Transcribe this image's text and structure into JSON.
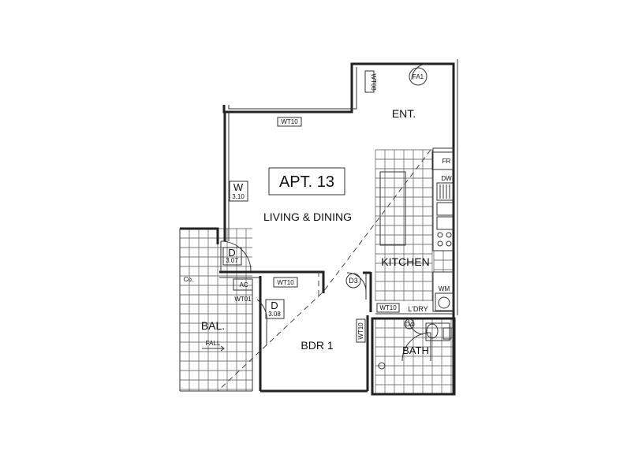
{
  "apartment": {
    "title": "APT. 13"
  },
  "rooms": {
    "living": "LIVING & DINING",
    "entry": "ENT.",
    "kitchen": "KITCHEN",
    "bedroom": "BDR 1",
    "balcony": "BAL.",
    "bath": "BATH",
    "laundry": "L'DRY"
  },
  "window": {
    "code": "W",
    "size": "3.10"
  },
  "doors": {
    "living_door": {
      "code": "D",
      "size": "3.07"
    },
    "bedroom_door": {
      "code": "D",
      "size": "3.08"
    },
    "d3": "D3",
    "d4": "D4"
  },
  "wall_types": {
    "wt08": "WT08",
    "wt10_top": "WT10",
    "wt10_bed": "WT10",
    "wt10_bath": "WT10",
    "wt10_vertical": "WT10",
    "wt01": "WT01"
  },
  "fixtures": {
    "fa1": "FA1",
    "fridge": "FR",
    "dishwasher": "DW",
    "washing_machine": "WM",
    "ac": "AC",
    "co": "Co.",
    "fall": "FALL"
  }
}
